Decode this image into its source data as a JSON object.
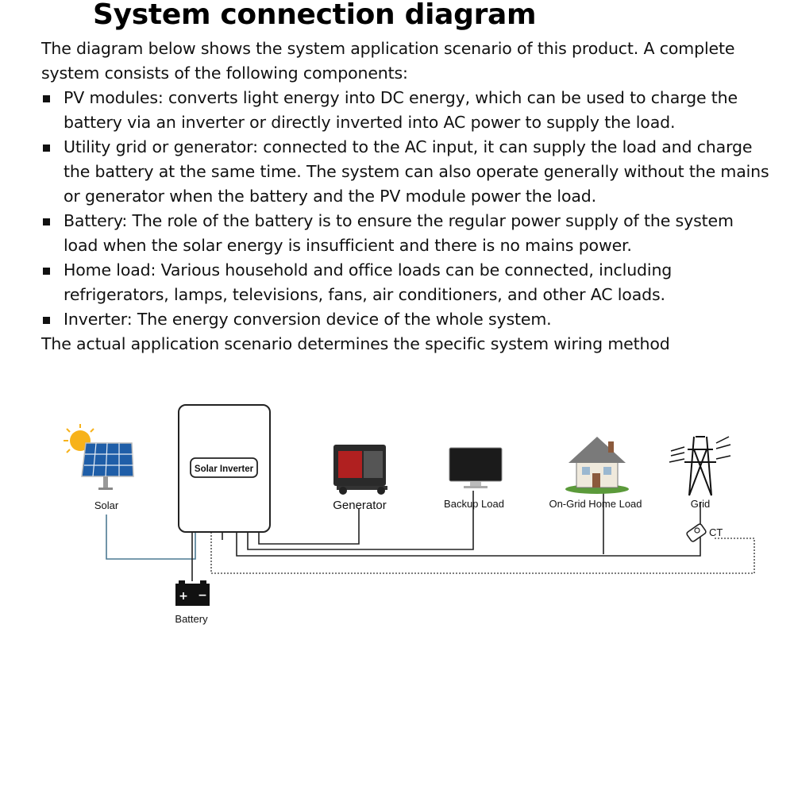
{
  "heading": "System connection diagram",
  "intro": "The diagram below shows the system application scenario of this product. A complete system consists of the following components:",
  "components": [
    "PV modules: converts light energy into DC energy, which can be used to charge the battery via an inverter or directly inverted into AC power to supply the load.",
    "Utility grid or generator: connected to the AC input, it can supply the load and charge the battery at the same time. The system can also operate generally without the mains or generator when the battery and the PV module power the load.",
    "Battery: The role of the battery is to ensure the regular power supply of the system load when the solar energy is insufficient and there is no mains power.",
    "Home load: Various household and office loads can be connected, including refrigerators, lamps, televisions, fans, air conditioners, and other AC loads.",
    "Inverter: The energy conversion device of the whole system."
  ],
  "outro": "The actual application scenario determines the specific system wiring method",
  "diagram": {
    "inverter_label": "Solar Inverter",
    "solar_label": "Solar",
    "generator_label": "Generator",
    "backup_load_label": "Backup Load",
    "home_load_label": "On-Grid Home Load",
    "grid_label": "Grid",
    "ct_label": "CT",
    "battery_label": "Battery",
    "battery_plus": "+",
    "battery_minus": "−",
    "colors": {
      "solar_wire": "#4d7a93",
      "ac_wire": "#222222",
      "ct_wire": "#555555"
    }
  }
}
